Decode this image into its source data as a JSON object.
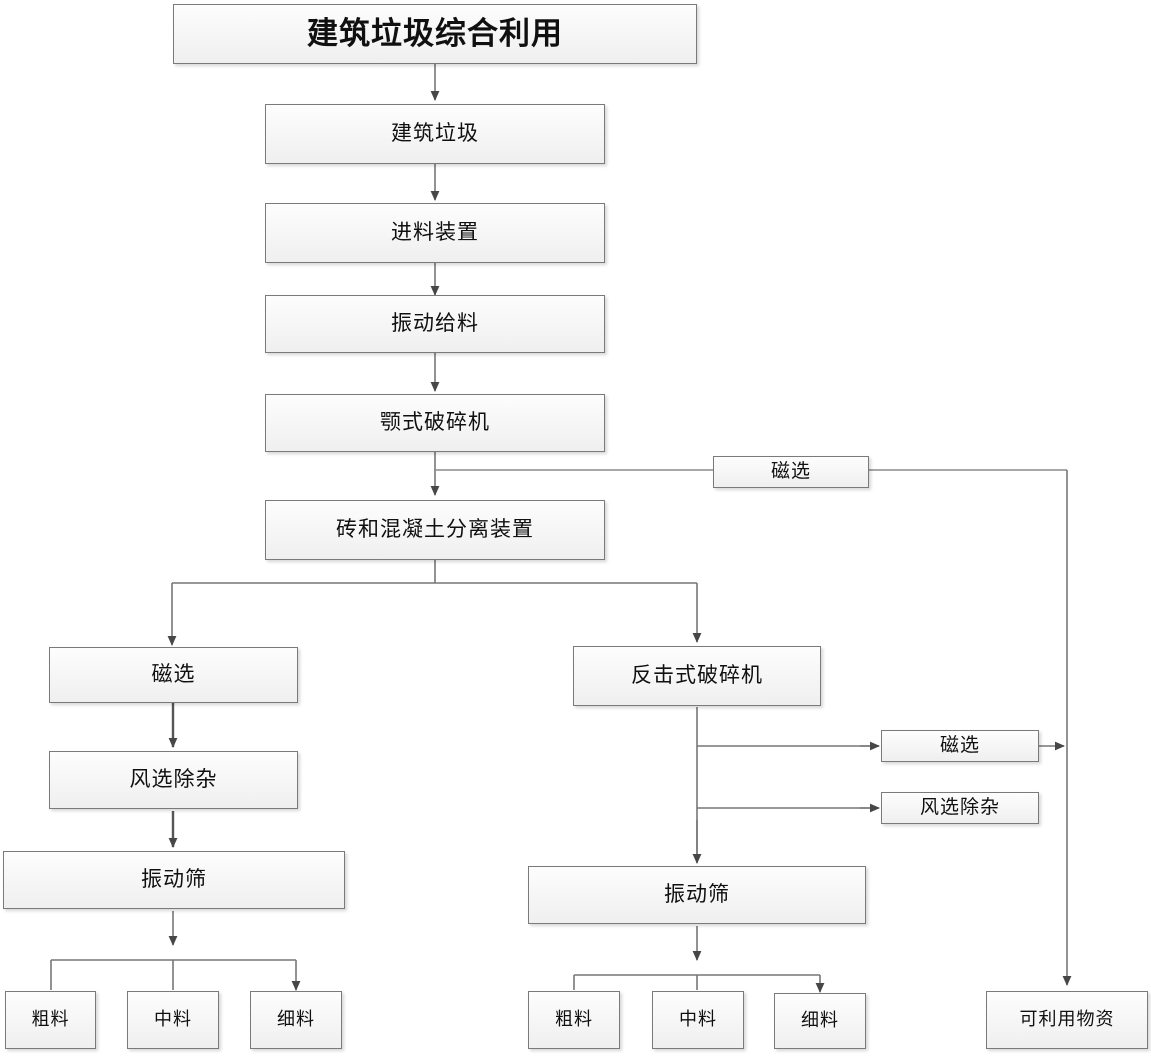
{
  "diagram": {
    "title": "建筑垃圾综合利用",
    "type": "flowchart",
    "orientation": "top-down",
    "background_color": "#ffffff",
    "node_fill_color": "#f4f4f4",
    "node_border_color": "#7a7a7a",
    "connector_color": "#595959"
  },
  "nodes": {
    "title": {
      "label": "建筑垃圾综合利用"
    },
    "waste": {
      "label": "建筑垃圾"
    },
    "feeder_device": {
      "label": "进料装置"
    },
    "vibrating_feed": {
      "label": "振动给料"
    },
    "jaw_crusher": {
      "label": "颚式破碎机"
    },
    "magnetic_top": {
      "label": "磁选"
    },
    "separator": {
      "label": "砖和混凝土分离装置"
    },
    "magnetic_left": {
      "label": "磁选"
    },
    "air_sort_left": {
      "label": "风选除杂"
    },
    "screen_left": {
      "label": "振动筛"
    },
    "impact_crusher": {
      "label": "反击式破碎机"
    },
    "magnetic_right": {
      "label": "磁选"
    },
    "air_sort_right": {
      "label": "风选除杂"
    },
    "screen_right": {
      "label": "振动筛"
    },
    "coarse_left": {
      "label": "粗料"
    },
    "medium_left": {
      "label": "中料"
    },
    "fine_left": {
      "label": "细料"
    },
    "coarse_right": {
      "label": "粗料"
    },
    "medium_right": {
      "label": "中料"
    },
    "fine_right": {
      "label": "细料"
    },
    "usable_material": {
      "label": "可利用物资"
    }
  },
  "flow": {
    "edges": [
      "建筑垃圾综合利用 → 建筑垃圾",
      "建筑垃圾 → 进料装置",
      "进料装置 → 振动给料",
      "振动给料 → 颚式破碎机",
      "颚式破碎机 → 砖和混凝土分离装置",
      "颚式破碎机 → 磁选",
      "磁选 → 可利用物资",
      "砖和混凝土分离装置 → 磁选",
      "砖和混凝土分离装置 → 反击式破碎机",
      "磁选 → 风选除杂",
      "风选除杂 → 振动筛",
      "振动筛 → 粗料",
      "振动筛 → 中料",
      "振动筛 → 细料",
      "反击式破碎机 → 磁选",
      "反击式破碎机 → 风选除杂",
      "反击式破碎机 → 振动筛",
      "磁选 → 可利用物资"
    ]
  }
}
